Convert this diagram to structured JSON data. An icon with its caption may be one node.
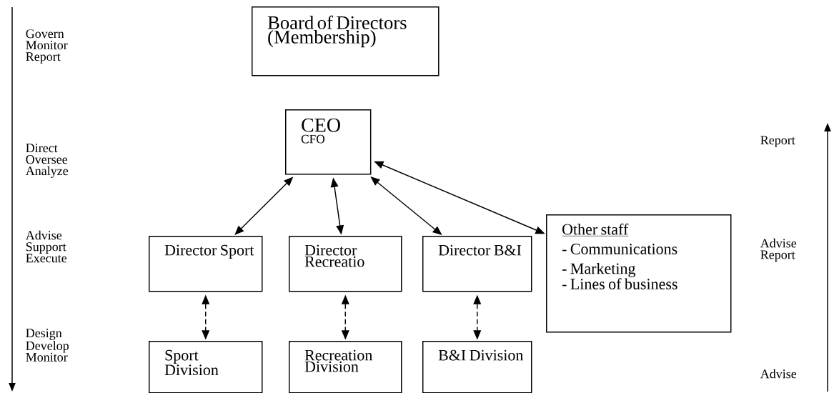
{
  "diagram": {
    "nodes": [
      {
        "text": [
          "Board of Directors (Membership)"
        ]
      },
      {
        "text": [
          "CEO",
          "CFO"
        ]
      },
      {
        "text": [
          "Director Sport"
        ]
      },
      {
        "text": [
          "Director Recreatio"
        ]
      },
      {
        "text": [
          "Director B&I"
        ]
      },
      {
        "text": [
          "Other staff",
          "- Communications",
          "- Marketing",
          "- Lines of business"
        ]
      },
      {
        "text": [
          "Sport Division"
        ]
      },
      {
        "text": [
          "Recreation Division"
        ]
      },
      {
        "text": [
          "B&I Division"
        ]
      }
    ],
    "edges": [
      {
        "from": 1,
        "to": 2,
        "arrow": "both"
      },
      {
        "from": 1,
        "to": 3,
        "arrow": "both"
      },
      {
        "from": 1,
        "to": 4,
        "arrow": "both"
      },
      {
        "from": 1,
        "to": 5,
        "arrow": "both"
      },
      {
        "from": 2,
        "to": 6,
        "arrow": "both",
        "style": "dashed"
      },
      {
        "from": 3,
        "to": 7,
        "arrow": "both",
        "style": "dashed"
      },
      {
        "from": 4,
        "to": 8,
        "arrow": "both",
        "style": "dashed"
      }
    ],
    "labels": [
      "Govern Monitor Report",
      "Direct Oversee Analyze",
      "Report",
      "Advise Support Execute",
      "Advise Report",
      "Design Develop Monitor",
      "Advise"
    ]
  }
}
